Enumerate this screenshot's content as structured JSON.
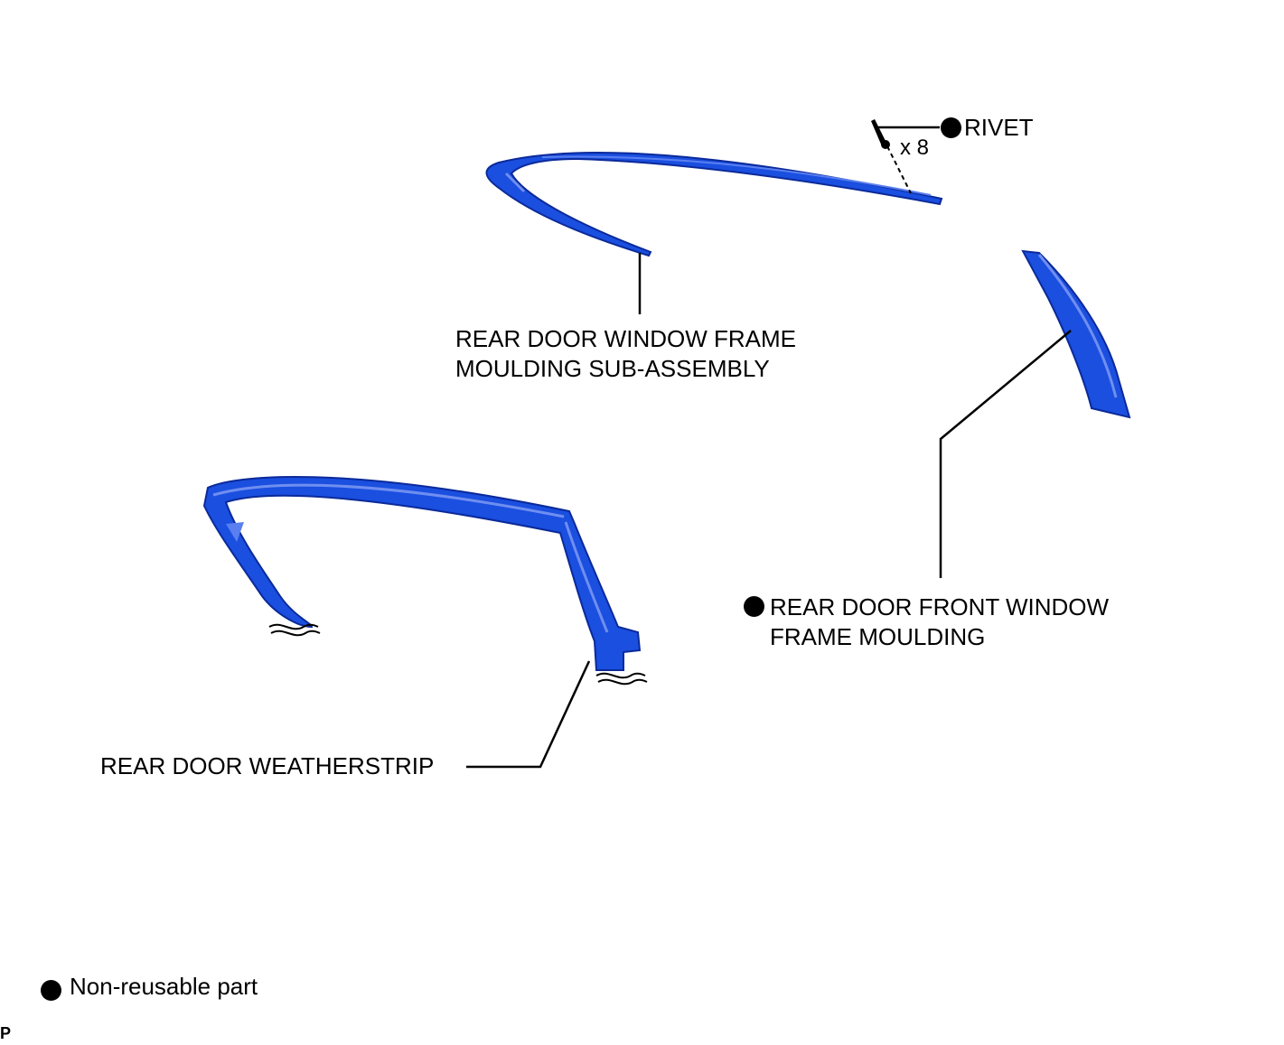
{
  "labels": {
    "rivet": "RIVET",
    "rivet_qty": "x 8",
    "frame_moulding_sub_line1": "REAR DOOR WINDOW FRAME",
    "frame_moulding_sub_line2": "MOULDING SUB-ASSEMBLY",
    "front_window_line1": "REAR DOOR FRONT WINDOW",
    "front_window_line2": "FRAME MOULDING",
    "weatherstrip": "REAR DOOR WEATHERSTRIP"
  },
  "legend": {
    "symbol": "non-reusable-dot-icon",
    "text": "Non-reusable part"
  },
  "corner_mark": "P",
  "colors": {
    "part_fill": "#1a4fe0",
    "part_edge": "#0b2a9a",
    "line": "#000000"
  }
}
